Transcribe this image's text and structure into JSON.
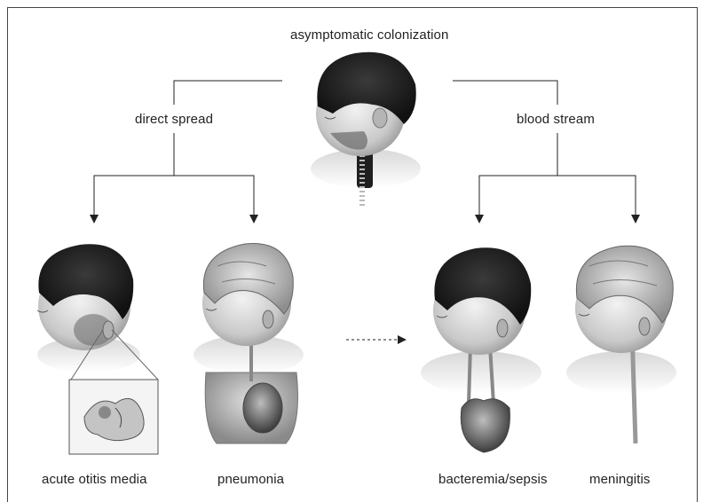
{
  "diagram": {
    "top_label": "asymptomatic colonization",
    "left_branch_label": "direct spread",
    "right_branch_label": "blood stream",
    "outcomes": [
      {
        "label": "acute otitis media"
      },
      {
        "label": "pneumonia"
      },
      {
        "label": "bacteremia/sepsis"
      },
      {
        "label": "meningitis"
      }
    ]
  }
}
